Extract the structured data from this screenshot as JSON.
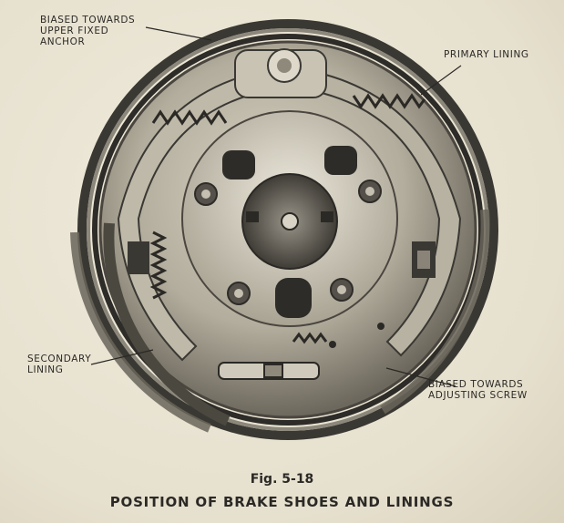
{
  "labels": {
    "upper_anchor": [
      "BIASED TOWARDS",
      "UPPER FIXED",
      "ANCHOR"
    ],
    "primary_lining": "PRIMARY LINING",
    "secondary_lining": [
      "SECONDARY",
      "LINING"
    ],
    "adjusting_screw": [
      "BIASED TOWARDS",
      "ADJUSTING SCREW"
    ]
  },
  "caption": {
    "figure": "Fig. 5-18",
    "title": "POSITION OF BRAKE SHOES AND LININGS"
  },
  "colors": {
    "paper": "#e9e4d3",
    "ink": "#2b2925",
    "metal_dark": "#3a3833",
    "metal_light": "#cfcabb"
  }
}
